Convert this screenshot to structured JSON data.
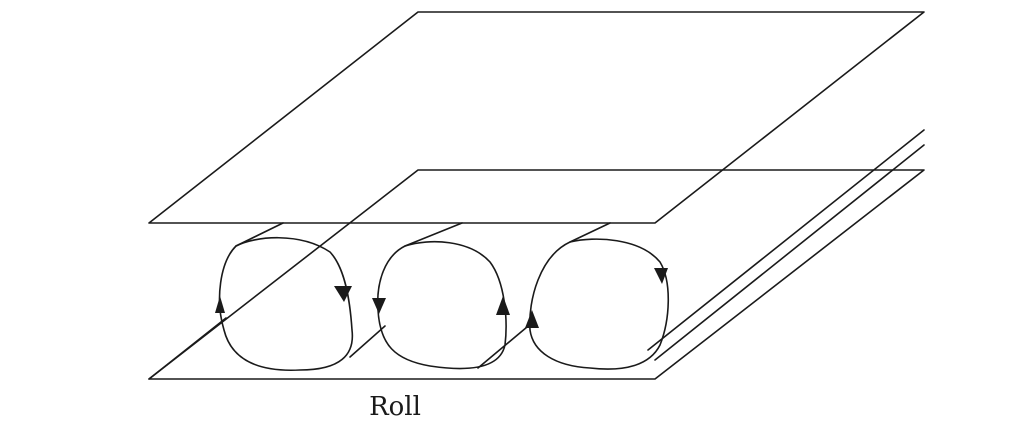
{
  "caption": "Roll",
  "colors": {
    "stroke": "#1a1a1a",
    "background": "#ffffff"
  },
  "rolls": [
    {
      "name": "roll-cell-left",
      "rotation": "clockwise"
    },
    {
      "name": "roll-cell-middle",
      "rotation": "counterclockwise"
    },
    {
      "name": "roll-cell-right",
      "rotation": "clockwise"
    }
  ]
}
